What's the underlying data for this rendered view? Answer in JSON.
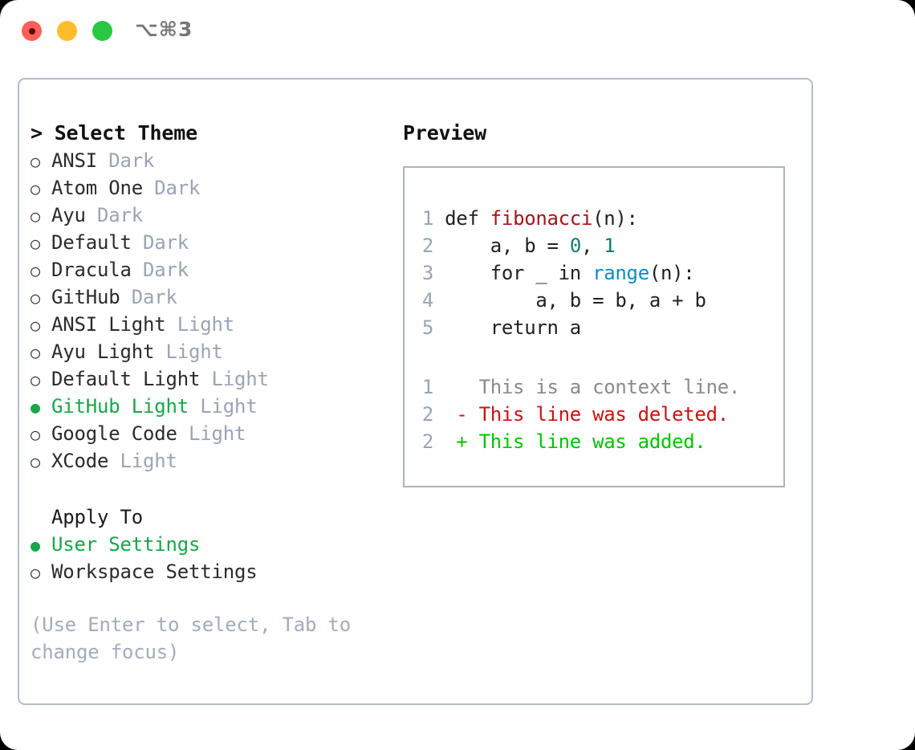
{
  "window": {
    "shortcut": "⌥⌘3",
    "traffic_lights": [
      {
        "name": "close",
        "color": "#ff5f57"
      },
      {
        "name": "minimize",
        "color": "#ffbd2e"
      },
      {
        "name": "maximize",
        "color": "#28c840"
      }
    ]
  },
  "theme_picker": {
    "heading": "> Select Theme",
    "radio_unselected_glyph": "○",
    "radio_selected_glyph": "●",
    "items": [
      {
        "name": "ANSI",
        "suffix": "Dark",
        "selected": false
      },
      {
        "name": "Atom One",
        "suffix": "Dark",
        "selected": false
      },
      {
        "name": "Ayu",
        "suffix": "Dark",
        "selected": false
      },
      {
        "name": "Default",
        "suffix": "Dark",
        "selected": false
      },
      {
        "name": "Dracula",
        "suffix": "Dark",
        "selected": false
      },
      {
        "name": "GitHub",
        "suffix": "Dark",
        "selected": false
      },
      {
        "name": "ANSI Light",
        "suffix": "Light",
        "selected": false
      },
      {
        "name": "Ayu Light",
        "suffix": "Light",
        "selected": false
      },
      {
        "name": "Default Light",
        "suffix": "Light",
        "selected": false
      },
      {
        "name": "GitHub Light",
        "suffix": "Light",
        "selected": true
      },
      {
        "name": "Google Code",
        "suffix": "Light",
        "selected": false
      },
      {
        "name": "XCode",
        "suffix": "Light",
        "selected": false
      }
    ]
  },
  "apply_to": {
    "heading": "Apply To",
    "options": [
      {
        "name": "User Settings",
        "selected": true
      },
      {
        "name": "Workspace Settings",
        "selected": false
      }
    ]
  },
  "hint": "(Use Enter to select, Tab to change focus)",
  "preview": {
    "heading": "Preview",
    "code_lines": [
      {
        "n": "1",
        "parts": [
          {
            "t": "def ",
            "c": "code-txt"
          },
          {
            "t": "fibonacci",
            "c": "tok-fn"
          },
          {
            "t": "(n):",
            "c": "code-txt"
          }
        ]
      },
      {
        "n": "2",
        "parts": [
          {
            "t": "    a, b = ",
            "c": "code-txt"
          },
          {
            "t": "0",
            "c": "tok-num"
          },
          {
            "t": ", ",
            "c": "code-txt"
          },
          {
            "t": "1",
            "c": "tok-num"
          }
        ]
      },
      {
        "n": "3",
        "parts": [
          {
            "t": "    for _ in ",
            "c": "code-txt"
          },
          {
            "t": "range",
            "c": "tok-call"
          },
          {
            "t": "(n):",
            "c": "code-txt"
          }
        ]
      },
      {
        "n": "4",
        "parts": [
          {
            "t": "        a, b = b, a + b",
            "c": "code-txt"
          }
        ]
      },
      {
        "n": "5",
        "parts": [
          {
            "t": "    return a",
            "c": "code-txt"
          }
        ]
      }
    ],
    "diff_lines": [
      {
        "n": "1",
        "marker": "  ",
        "text": "This is a context line.",
        "kind": "d-ctx"
      },
      {
        "n": "2",
        "marker": "- ",
        "text": "This line was deleted.",
        "kind": "d-del"
      },
      {
        "n": "2",
        "marker": "+ ",
        "text": "This line was added.",
        "kind": "d-add"
      }
    ]
  },
  "colors": {
    "accent_green": "#18a64a",
    "muted": "#9aa4b4",
    "border": "#b3bcc9",
    "diff_add": "#00c400",
    "diff_del": "#cc1111",
    "fn": "#a3151a",
    "num": "#0b7d77",
    "call": "#0e8bc4"
  }
}
